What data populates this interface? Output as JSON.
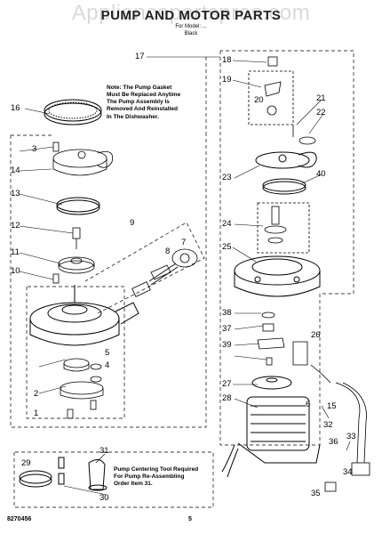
{
  "watermark": "Appliancepartspros.com",
  "title": "PUMP AND MOTOR PARTS",
  "model_line": "For Model: ...",
  "color_line": "Black",
  "note": [
    "Note: The Pump Gasket",
    "Must Be Replaced Anytime",
    "The Pump Assembly Is",
    "Removed And Reinstalled",
    "In The Dishwasher."
  ],
  "tool_note": [
    "Pump Centering Tool Required",
    "For Pump Re-Assembling",
    "Order Item 31."
  ],
  "footer": {
    "code": "8270456",
    "page": "5"
  },
  "callouts": [
    "1",
    "2",
    "3",
    "4",
    "5",
    "6",
    "7",
    "8",
    "9",
    "10",
    "11",
    "12",
    "13",
    "14",
    "15",
    "16",
    "17",
    "18",
    "19",
    "20",
    "21",
    "22",
    "23",
    "24",
    "25",
    "26",
    "27",
    "28",
    "29",
    "30",
    "31",
    "32",
    "33",
    "34",
    "35",
    "36",
    "37",
    "38",
    "39",
    "40"
  ]
}
